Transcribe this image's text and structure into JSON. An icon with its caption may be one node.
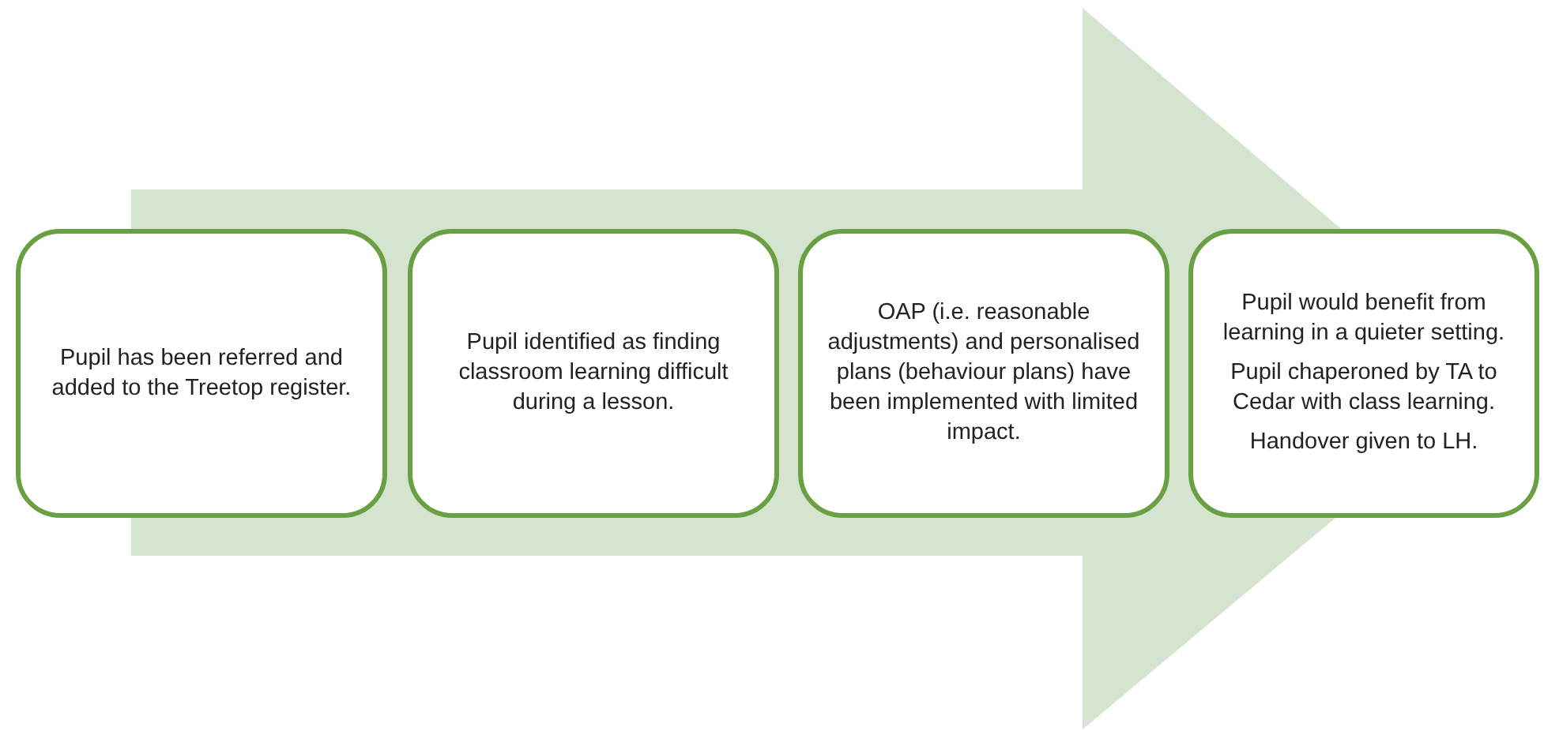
{
  "diagram": {
    "nodes": [
      {
        "text": [
          "Pupil has been referred and added to the Treetop register."
        ]
      },
      {
        "text": [
          "Pupil identified as finding classroom learning difficult during a lesson."
        ]
      },
      {
        "text": [
          "OAP (i.e. reasonable adjustments) and personalised plans (behaviour plans) have been implemented with limited impact."
        ]
      },
      {
        "text": [
          "Pupil would benefit from learning in a quieter setting.",
          "Pupil chaperoned by TA to Cedar with class learning.",
          "Handover given to LH."
        ]
      }
    ],
    "edges": [
      {
        "from": 0,
        "to": 3,
        "arrow": "to",
        "style": "thick",
        "color": "#d5e4cf"
      }
    ]
  }
}
